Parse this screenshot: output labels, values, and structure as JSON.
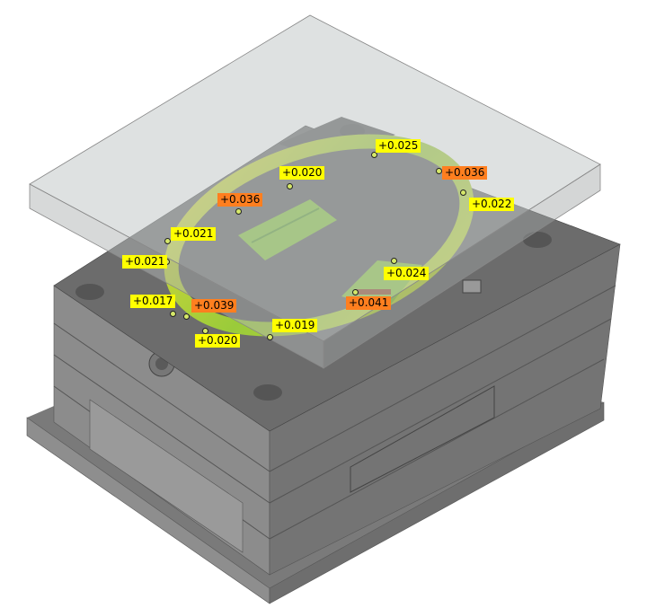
{
  "colors": {
    "low": "#ffff00",
    "high": "#ff7f1f",
    "surface_green": "#8cc83c",
    "mold_gray": "#7c7c7c"
  },
  "labels": [
    {
      "text": "+0.025",
      "level": "low"
    },
    {
      "text": "+0.020",
      "level": "low"
    },
    {
      "text": "+0.036",
      "level": "high"
    },
    {
      "text": "+0.036",
      "level": "high"
    },
    {
      "text": "+0.022",
      "level": "low"
    },
    {
      "text": "+0.021",
      "level": "low"
    },
    {
      "text": "+0.021",
      "level": "low"
    },
    {
      "text": "+0.024",
      "level": "low"
    },
    {
      "text": "+0.017",
      "level": "low"
    },
    {
      "text": "+0.039",
      "level": "high"
    },
    {
      "text": "+0.041",
      "level": "high"
    },
    {
      "text": "+0.019",
      "level": "low"
    },
    {
      "text": "+0.020",
      "level": "low"
    }
  ]
}
